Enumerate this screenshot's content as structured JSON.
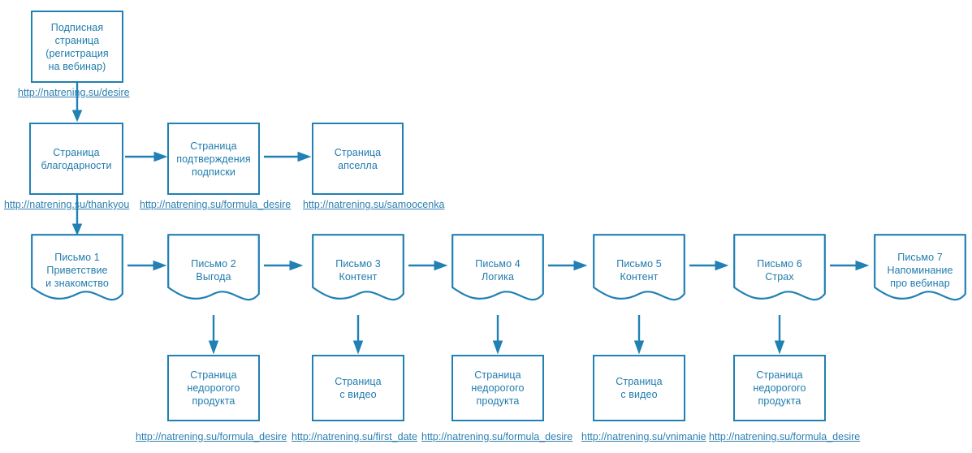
{
  "diagram": {
    "title": "Email funnel flowchart",
    "accent_color": "#2180b4",
    "text_color": "#1f7bad",
    "link_color": "#2d7fb0",
    "background": "#ffffff"
  },
  "nodes": {
    "subscribe_page": {
      "line1": "Подписная",
      "line2": "страница",
      "line3": "(регистрация",
      "line4": "на вебинар)"
    },
    "thankyou_page": {
      "line1": "Страница",
      "line2": "благодарности"
    },
    "confirm_page": {
      "line1": "Страница",
      "line2": "подтверждения",
      "line3": "подписки"
    },
    "upsell_page": {
      "line1": "Страница",
      "line2": "апселла"
    },
    "letters": [
      {
        "line1": "Письмо 1",
        "line2": "Приветствие",
        "line3": "и знакомство"
      },
      {
        "line1": "Письмо 2",
        "line2": "Выгода",
        "line3": ""
      },
      {
        "line1": "Письмо 3",
        "line2": "Контент",
        "line3": ""
      },
      {
        "line1": "Письмо 4",
        "line2": "Логика",
        "line3": ""
      },
      {
        "line1": "Письмо 5",
        "line2": "Контент",
        "line3": ""
      },
      {
        "line1": "Письмо 6",
        "line2": "Страх",
        "line3": ""
      },
      {
        "line1": "Письмо 7",
        "line2": "Напоминание",
        "line3": "про вебинар"
      }
    ],
    "bottom_pages": [
      {
        "line1": "Страница",
        "line2": "недорогого",
        "line3": "продукта"
      },
      {
        "line1": "Страница",
        "line2": "с видео",
        "line3": ""
      },
      {
        "line1": "Страница",
        "line2": "недорогого",
        "line3": "продукта"
      },
      {
        "line1": "Страница",
        "line2": "с видео",
        "line3": ""
      },
      {
        "line1": "Страница",
        "line2": "недорогого",
        "line3": "продукта"
      }
    ]
  },
  "urls": {
    "subscribe": "http://natrening.su/desire",
    "thankyou": "http://natrening.su/thankyou",
    "confirm": "http://natrening.su/formula_desire",
    "upsell": "http://natrening.su/samoocenka",
    "bottom": [
      "http://natrening.su/formula_desire",
      "http://natrening.su/first_date",
      "http://natrening.su/formula_desire",
      "http://natrening.su/vnimanie",
      "http://natrening.su/formula_desire"
    ]
  }
}
